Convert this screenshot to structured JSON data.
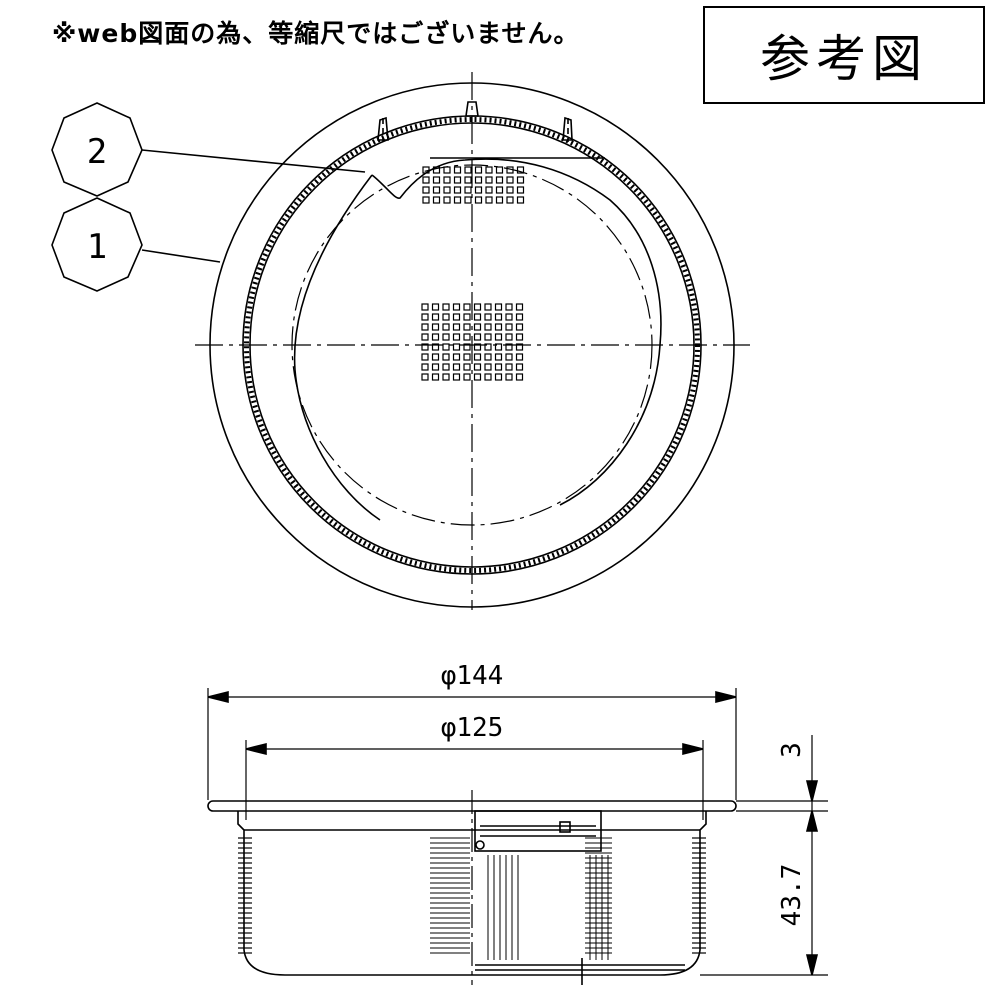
{
  "note": "※web図面の為、等縮尺ではございません。",
  "reference_label": "参考図",
  "callouts": [
    {
      "number": "2"
    },
    {
      "number": "1"
    }
  ],
  "dimensions": {
    "outer_diameter": "φ144",
    "inner_diameter": "φ125",
    "flange_height": "3",
    "body_height": "43.7"
  }
}
